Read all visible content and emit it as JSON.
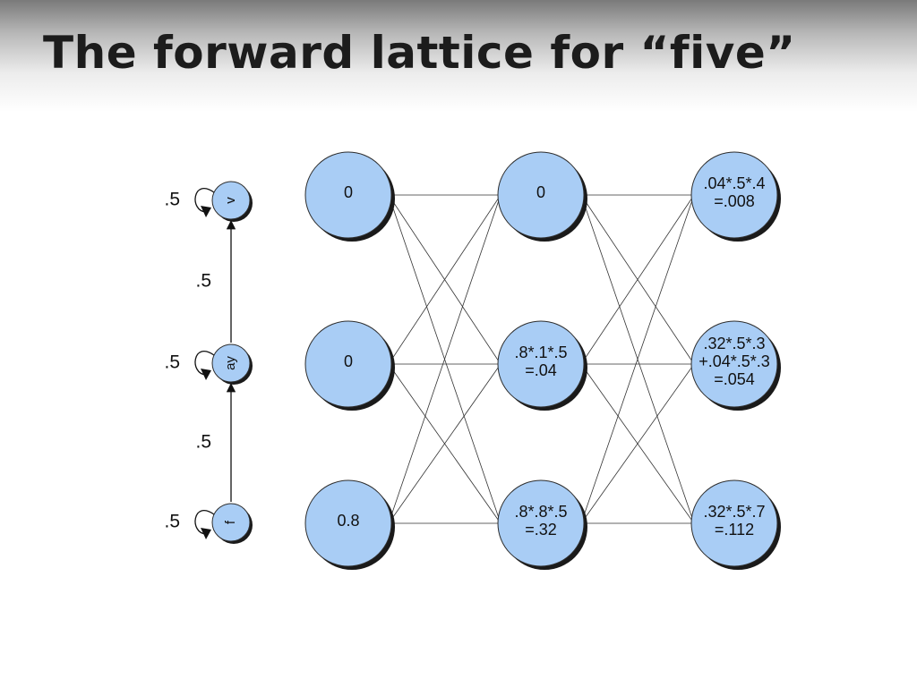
{
  "title": "The forward lattice for “five”",
  "colors": {
    "node_fill": "#a9cdf5",
    "node_stroke": "#2d2d2d",
    "shadow": "#1a1a1a",
    "edge": "#333333"
  },
  "hmm": {
    "states": [
      {
        "id": "v",
        "label": "v",
        "self_loop": ".5"
      },
      {
        "id": "ay",
        "label": "ay",
        "self_loop": ".5"
      },
      {
        "id": "f",
        "label": "f",
        "self_loop": ".5"
      }
    ],
    "transitions": [
      {
        "from": "ay",
        "to": "v",
        "prob": ".5"
      },
      {
        "from": "f",
        "to": "ay",
        "prob": ".5"
      }
    ]
  },
  "lattice": {
    "columns": [
      {
        "nodes": [
          [
            "0"
          ],
          [
            "0"
          ],
          [
            "0.8"
          ]
        ]
      },
      {
        "nodes": [
          [
            "0"
          ],
          [
            ".8*.1*.5",
            "=.04"
          ],
          [
            ".8*.8*.5",
            "=.32"
          ]
        ]
      },
      {
        "nodes": [
          [
            ".04*.5*.4",
            "=.008"
          ],
          [
            ".32*.5*.3",
            "+.04*.5*.3",
            "=.054"
          ],
          [
            ".32*.5*.7",
            "=.112"
          ]
        ]
      }
    ]
  }
}
